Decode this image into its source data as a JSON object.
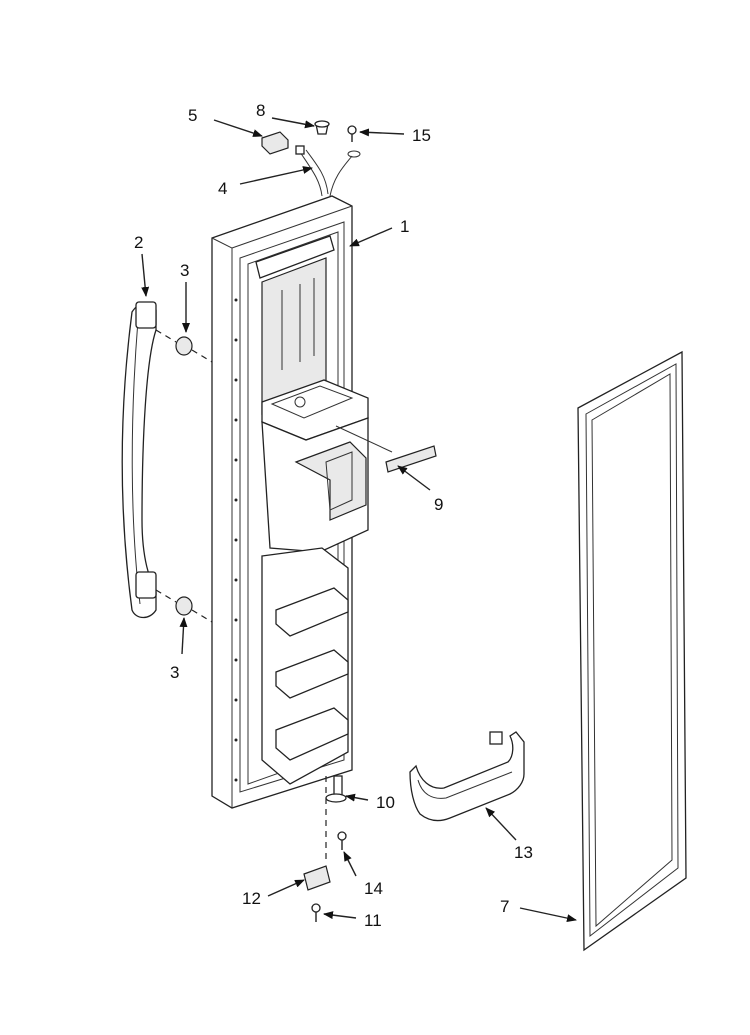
{
  "diagram": {
    "callouts": [
      "1",
      "2",
      "3",
      "3",
      "4",
      "5",
      "7",
      "8",
      "9",
      "10",
      "11",
      "12",
      "13",
      "14",
      "15"
    ]
  }
}
